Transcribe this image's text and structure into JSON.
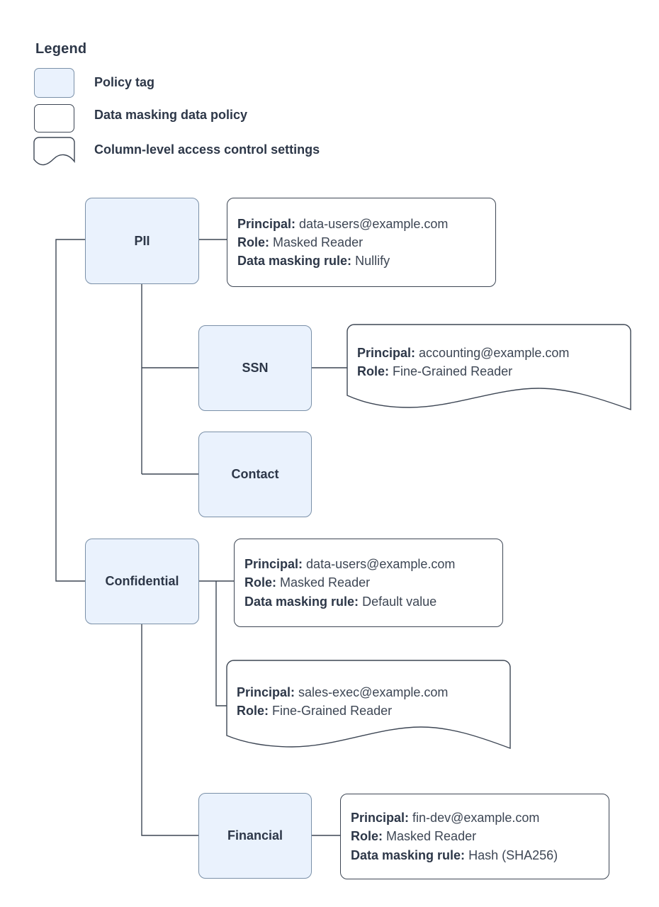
{
  "legend": {
    "title": "Legend",
    "items": [
      {
        "shape": "policy-tag-swatch",
        "label": "Policy tag"
      },
      {
        "shape": "data-masking-policy-swatch",
        "label": "Data masking data policy"
      },
      {
        "shape": "column-level-access-swatch",
        "label": "Column-level access control settings"
      }
    ]
  },
  "colors": {
    "tag_fill": "#eaf2fd",
    "tag_border": "#7a90a8",
    "box_border": "#3d4654",
    "text": "#2d3748",
    "edge": "#3d4654"
  },
  "labels": {
    "principal": "Principal:",
    "role": "Role:",
    "masking_rule": "Data masking rule:"
  },
  "nodes": {
    "pii": "PII",
    "ssn": "SSN",
    "contact": "Contact",
    "confidential": "Confidential",
    "financial": "Financial"
  },
  "policies": {
    "pii_masking": {
      "principal": "data-users@example.com",
      "role": "Masked Reader",
      "masking_rule": "Nullify"
    },
    "ssn_access": {
      "principal": "accounting@example.com",
      "role": "Fine-Grained Reader"
    },
    "confidential_masking": {
      "principal": "data-users@example.com",
      "role": "Masked Reader",
      "masking_rule": "Default value"
    },
    "confidential_access": {
      "principal": "sales-exec@example.com",
      "role": "Fine-Grained Reader"
    },
    "financial_masking": {
      "principal": "fin-dev@example.com",
      "role": "Masked Reader",
      "masking_rule": "Hash (SHA256)"
    }
  }
}
